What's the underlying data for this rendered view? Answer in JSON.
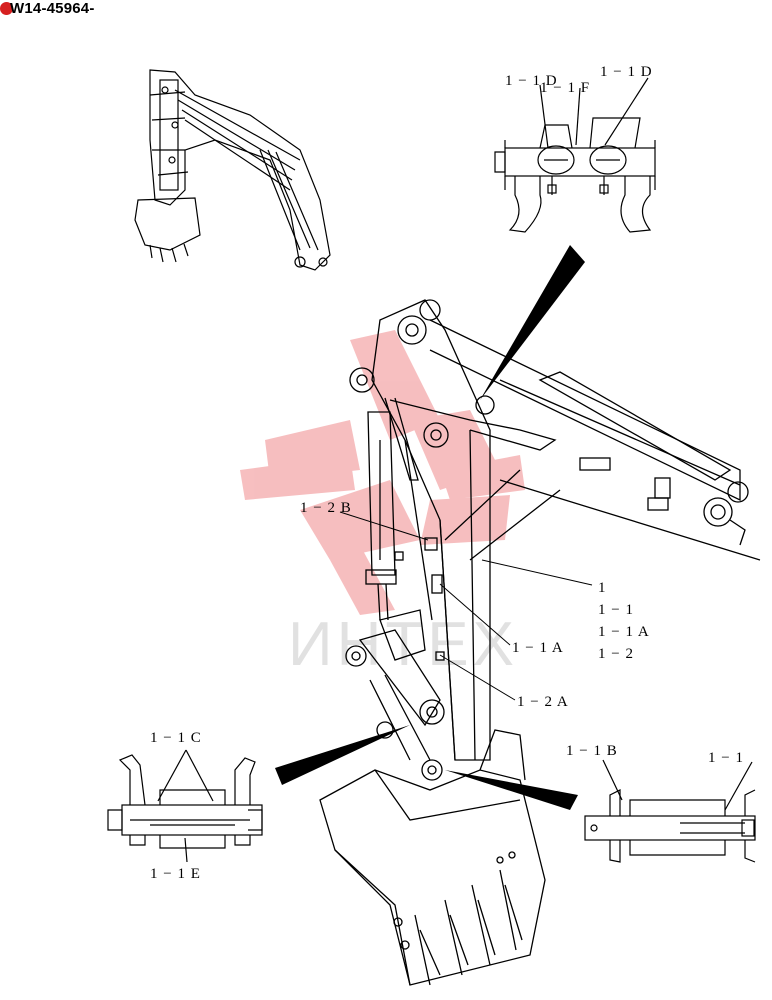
{
  "page_id": "W14-45964-",
  "watermark": "ИНТЕХ",
  "callouts": {
    "c_1": "1",
    "c_1_1": "1 − 1",
    "c_1_1A_right": "1 − 1 A",
    "c_1_2_right": "1 − 2",
    "c_1_1A_left": "1 − 1 A",
    "c_1_2A": "1 − 2 A",
    "c_1_2B": "1 − 2 B",
    "c_1_1D_a": "1 − 1 D",
    "c_1_1F": "1 − 1 F",
    "c_1_1D_b": "1 − 1 D",
    "c_1_1C": "1 − 1 C",
    "c_1_1E": "1 − 1 E",
    "c_1_1B": "1 − 1 B",
    "c_1_1_detail": "1 − 1"
  },
  "colors": {
    "line": "#000000",
    "watermark_red": "#e8474a",
    "badge": "#d62020"
  }
}
